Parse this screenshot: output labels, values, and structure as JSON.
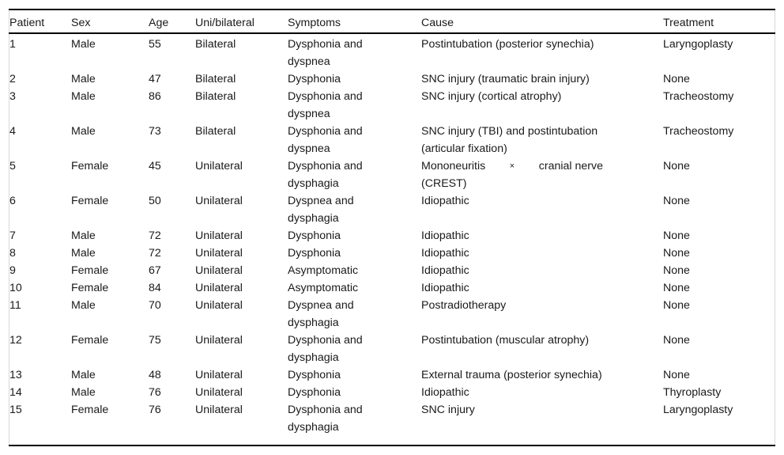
{
  "table": {
    "columns": [
      {
        "key": "patient",
        "label": "Patient"
      },
      {
        "key": "sex",
        "label": "Sex"
      },
      {
        "key": "age",
        "label": "Age"
      },
      {
        "key": "laterality",
        "label": "Uni/bilateral"
      },
      {
        "key": "symptoms",
        "label": "Symptoms"
      },
      {
        "key": "cause",
        "label": "Cause"
      },
      {
        "key": "treatment",
        "label": "Treatment"
      }
    ],
    "rows": [
      {
        "patient": "1",
        "sex": "Male",
        "age": "55",
        "laterality": "Bilateral",
        "symptoms": "Dysphonia and\ndyspnea",
        "cause": "Postintubation (posterior synechia)",
        "treatment": "Laryngoplasty"
      },
      {
        "patient": "2",
        "sex": "Male",
        "age": "47",
        "laterality": "Bilateral",
        "symptoms": "Dysphonia",
        "cause": "SNC injury (traumatic brain injury)",
        "treatment": "None"
      },
      {
        "patient": "3",
        "sex": "Male",
        "age": "86",
        "laterality": "Bilateral",
        "symptoms": "Dysphonia and\ndyspnea",
        "cause": "SNC injury (cortical atrophy)",
        "treatment": "Tracheostomy"
      },
      {
        "patient": "4",
        "sex": "Male",
        "age": "73",
        "laterality": "Bilateral",
        "symptoms": "Dysphonia and\ndyspnea",
        "cause": "SNC injury (TBI) and postintubation\n(articular fixation)",
        "treatment": "Tracheostomy"
      },
      {
        "patient": "5",
        "sex": "Female",
        "age": "45",
        "laterality": "Unilateral",
        "symptoms": "Dysphonia and\ndysphagia",
        "cause": "Mononeuritis × cranial nerve (CREST)",
        "cause_line1_parts": [
          "Mononeuritis",
          "×",
          "cranial nerve"
        ],
        "cause_line2": "(CREST)",
        "treatment": "None"
      },
      {
        "patient": "6",
        "sex": "Female",
        "age": "50",
        "laterality": "Unilateral",
        "symptoms": "Dyspnea and\ndysphagia",
        "cause": "Idiopathic",
        "treatment": "None"
      },
      {
        "patient": "7",
        "sex": "Male",
        "age": "72",
        "laterality": "Unilateral",
        "symptoms": "Dysphonia",
        "cause": "Idiopathic",
        "treatment": "None"
      },
      {
        "patient": "8",
        "sex": "Male",
        "age": "72",
        "laterality": "Unilateral",
        "symptoms": "Dysphonia",
        "cause": "Idiopathic",
        "treatment": "None"
      },
      {
        "patient": "9",
        "sex": "Female",
        "age": "67",
        "laterality": "Unilateral",
        "symptoms": "Asymptomatic",
        "cause": "Idiopathic",
        "treatment": "None"
      },
      {
        "patient": "10",
        "sex": "Female",
        "age": "84",
        "laterality": "Unilateral",
        "symptoms": "Asymptomatic",
        "cause": "Idiopathic",
        "treatment": "None"
      },
      {
        "patient": "11",
        "sex": "Male",
        "age": "70",
        "laterality": "Unilateral",
        "symptoms": "Dyspnea and\ndysphagia",
        "cause": "Postradiotherapy",
        "treatment": "None"
      },
      {
        "patient": "12",
        "sex": "Female",
        "age": "75",
        "laterality": "Unilateral",
        "symptoms": "Dysphonia and\ndysphagia",
        "cause": "Postintubation (muscular atrophy)",
        "treatment": "None"
      },
      {
        "patient": "13",
        "sex": "Male",
        "age": "48",
        "laterality": "Unilateral",
        "symptoms": "Dysphonia",
        "cause": "External trauma (posterior synechia)",
        "treatment": "None"
      },
      {
        "patient": "14",
        "sex": "Male",
        "age": "76",
        "laterality": "Unilateral",
        "symptoms": "Dysphonia",
        "cause": "Idiopathic",
        "treatment": "Thyroplasty"
      },
      {
        "patient": "15",
        "sex": "Female",
        "age": "76",
        "laterality": "Unilateral",
        "symptoms": "Dysphonia and\ndysphagia",
        "cause": "SNC injury",
        "treatment": "Laryngoplasty"
      }
    ]
  },
  "style": {
    "rule_color": "#000000",
    "text_color": "#1a1a1a",
    "background": "#ffffff",
    "side_border_color": "#d8d8d8"
  }
}
